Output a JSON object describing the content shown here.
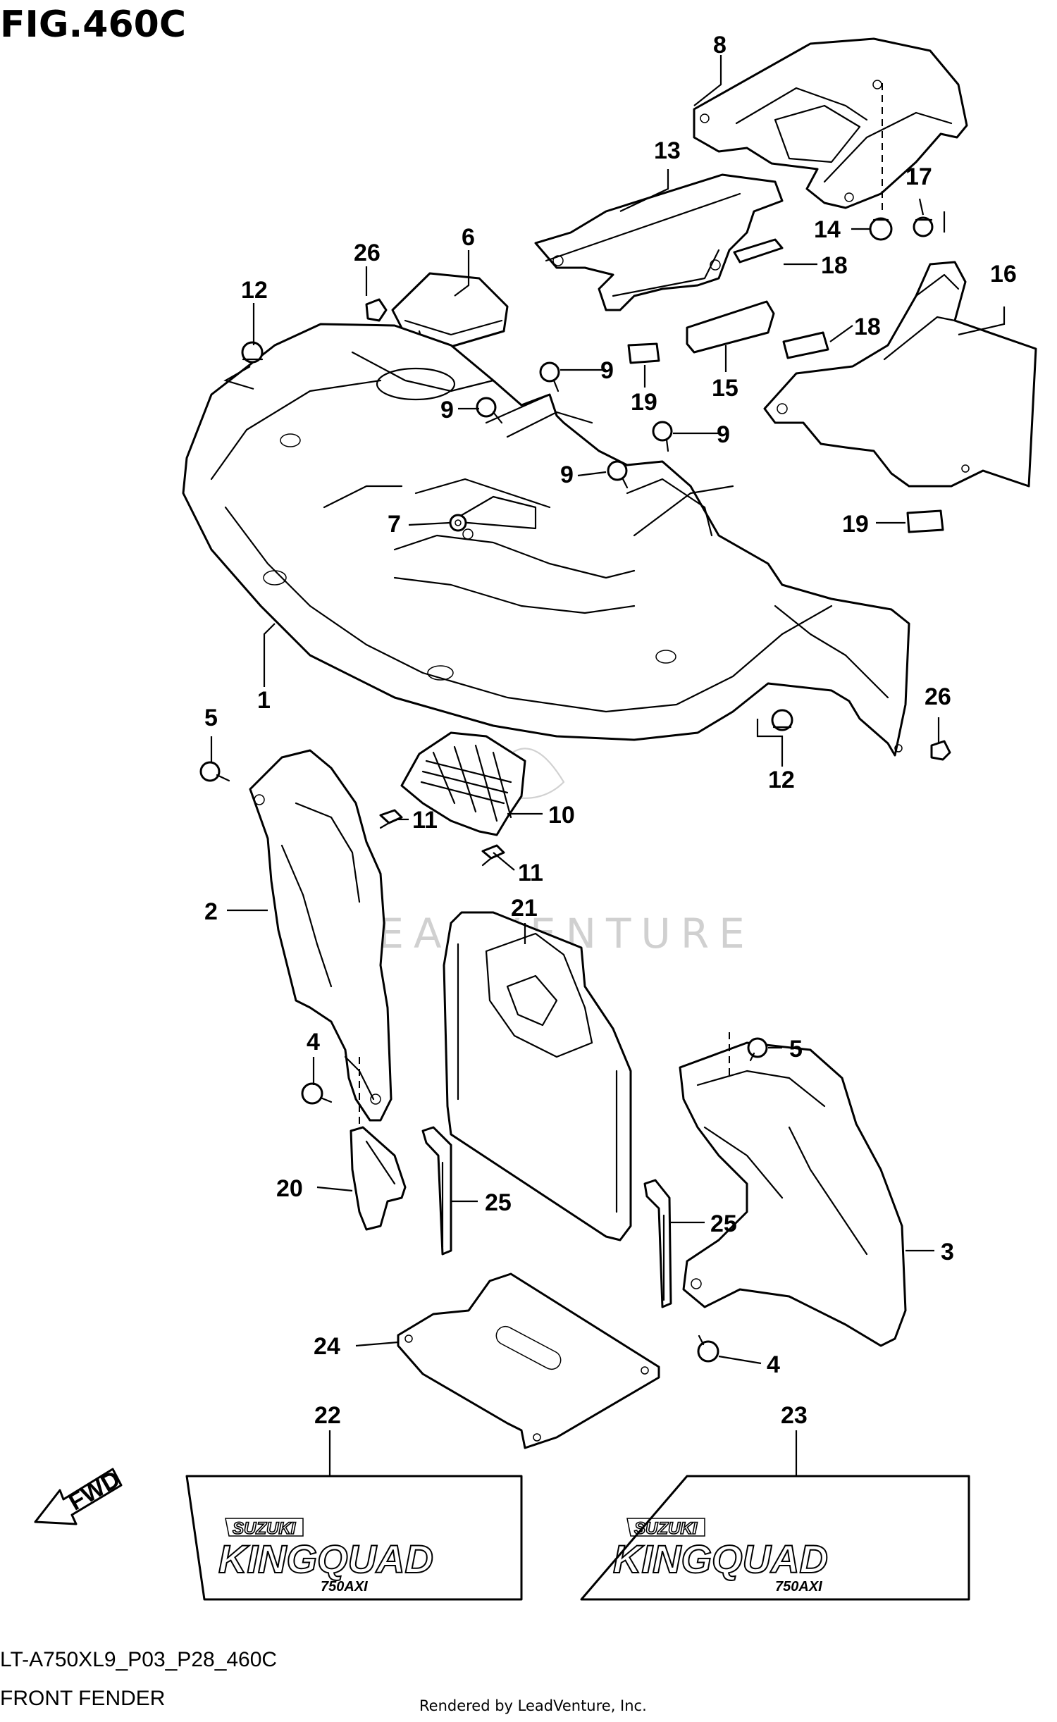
{
  "figure": {
    "title": "FIG.460C",
    "model_code": "LT-A750XL9_P03_P28_460C",
    "section_name": "FRONT FENDER",
    "credit": "Rendered by LeadVenture, Inc.",
    "watermark": "LEADVENTURE"
  },
  "fwd_label": "FWD",
  "decals": {
    "brand": "SUZUKI",
    "model": "KINGQUAD",
    "variant": "750AXI"
  },
  "callouts": {
    "c1": "1",
    "c2": "2",
    "c3": "3",
    "c4a": "4",
    "c4b": "4",
    "c5a": "5",
    "c5b": "5",
    "c6": "6",
    "c7": "7",
    "c8": "8",
    "c9a": "9",
    "c9b": "9",
    "c9c": "9",
    "c9d": "9",
    "c10": "10",
    "c11a": "11",
    "c11b": "11",
    "c12a": "12",
    "c12b": "12",
    "c13": "13",
    "c14": "14",
    "c15": "15",
    "c16": "16",
    "c17": "17",
    "c18a": "18",
    "c18b": "18",
    "c19a": "19",
    "c19b": "19",
    "c20": "20",
    "c21": "21",
    "c22": "22",
    "c23": "23",
    "c24": "24",
    "c25a": "25",
    "c25b": "25",
    "c26a": "26",
    "c26b": "26"
  }
}
